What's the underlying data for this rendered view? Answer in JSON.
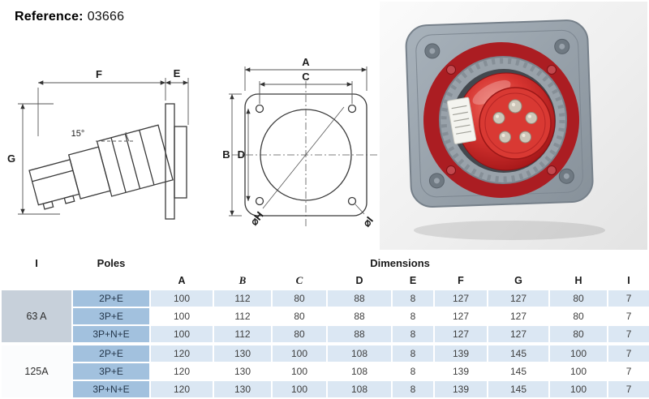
{
  "colors": {
    "accent_red": "#c02026",
    "flange_gray": "#98a2ab",
    "poles_cell_blue": "#a2c1de",
    "current_cell_gray": "#c7d0da",
    "row_stripe_blue": "#dbe7f3"
  },
  "reference": {
    "label": "Reference:",
    "value": "03666"
  },
  "drawings": {
    "side_view": {
      "dim_f": "F",
      "dim_e": "E",
      "dim_g": "G",
      "angle": "15°"
    },
    "front_view": {
      "dim_a": "A",
      "dim_c": "C",
      "dim_b": "B",
      "dim_d": "D",
      "dim_h": "⌀H",
      "dim_i": "⌀I"
    }
  },
  "table": {
    "header_current": "I",
    "header_poles": "Poles",
    "header_dimensions": "Dimensions",
    "columns": [
      "A",
      "B",
      "C",
      "D",
      "E",
      "F",
      "G",
      "H",
      "I"
    ],
    "groups": [
      {
        "current": "63 A",
        "rows": [
          {
            "poles": "2P+E",
            "values": [
              "100",
              "112",
              "80",
              "88",
              "8",
              "127",
              "127",
              "80",
              "7"
            ]
          },
          {
            "poles": "3P+E",
            "values": [
              "100",
              "112",
              "80",
              "88",
              "8",
              "127",
              "127",
              "80",
              "7"
            ]
          },
          {
            "poles": "3P+N+E",
            "values": [
              "100",
              "112",
              "80",
              "88",
              "8",
              "127",
              "127",
              "80",
              "7"
            ]
          }
        ]
      },
      {
        "current": "125A",
        "rows": [
          {
            "poles": "2P+E",
            "values": [
              "120",
              "130",
              "100",
              "108",
              "8",
              "139",
              "145",
              "100",
              "7"
            ]
          },
          {
            "poles": "3P+E",
            "values": [
              "120",
              "130",
              "100",
              "108",
              "8",
              "139",
              "145",
              "100",
              "7"
            ]
          },
          {
            "poles": "3P+N+E",
            "values": [
              "120",
              "130",
              "100",
              "108",
              "8",
              "139",
              "145",
              "100",
              "7"
            ]
          }
        ]
      }
    ]
  }
}
